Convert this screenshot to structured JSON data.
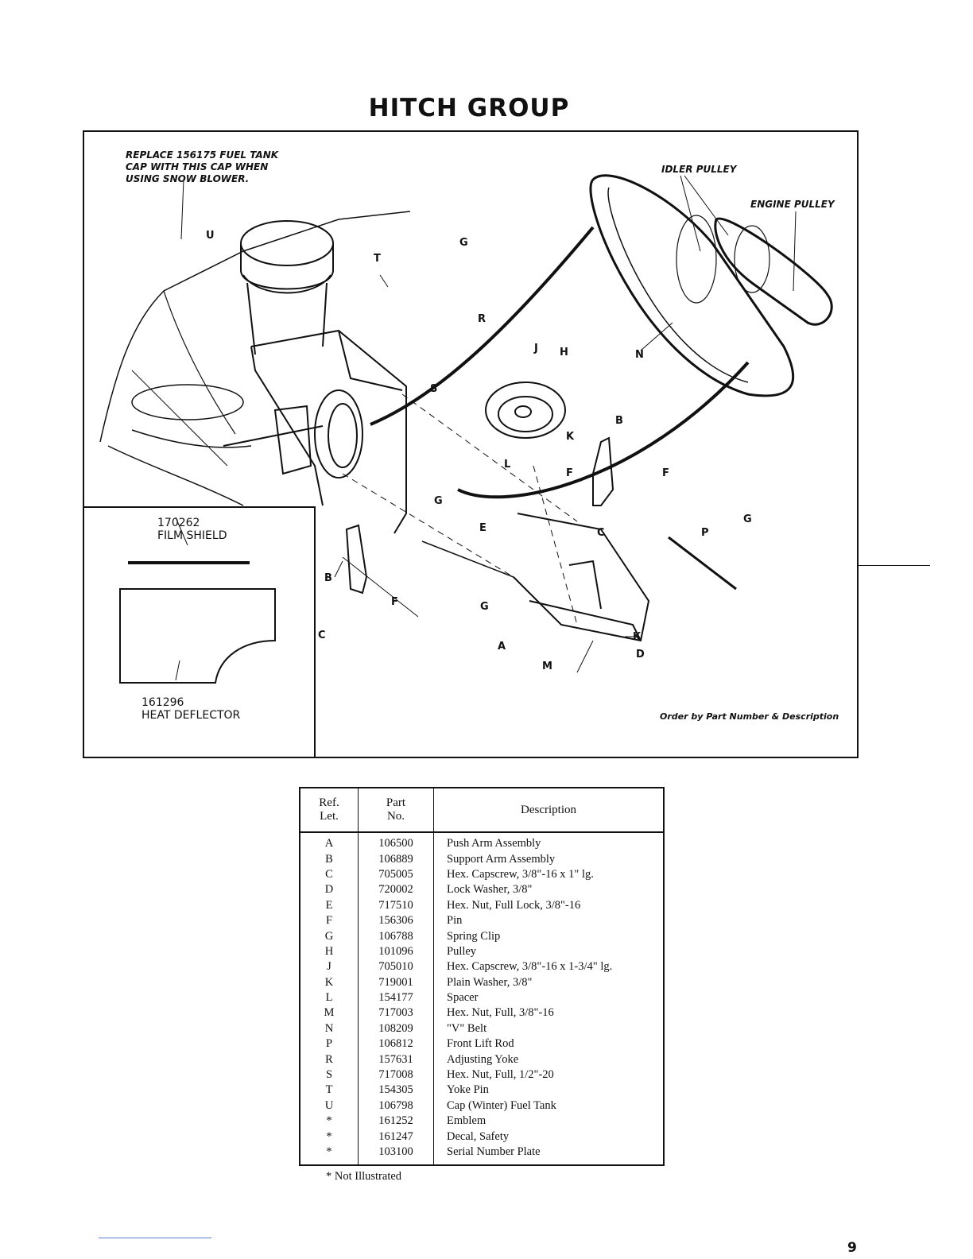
{
  "title": "HITCH GROUP",
  "diagram": {
    "callout_cap": "REPLACE 156175 FUEL TANK\nCAP WITH THIS CAP WHEN\nUSING SNOW BLOWER.",
    "callout_idler": "IDLER PULLEY",
    "callout_engine": "ENGINE PULLEY",
    "letters": {
      "U": "U",
      "T": "T",
      "G1": "G",
      "R": "R",
      "S": "S",
      "J": "J",
      "H": "H",
      "N": "N",
      "B1": "B",
      "K1": "K",
      "L": "L",
      "F1": "F",
      "F2": "F",
      "G2": "G",
      "E": "E",
      "C1": "C",
      "P": "P",
      "G3": "G",
      "B2": "B",
      "F3": "F",
      "G4": "G",
      "C2": "C",
      "A": "A",
      "K2": "K",
      "D": "D",
      "M": "M"
    },
    "inset": {
      "film_part": "170262",
      "film_name": "FILM SHIELD",
      "deflector_part": "161296",
      "deflector_name": "HEAT DEFLECTOR"
    },
    "order_note": "Order by Part Number & Description"
  },
  "table": {
    "headers": {
      "ref": "Ref.\nLet.",
      "part": "Part\nNo.",
      "desc": "Description"
    },
    "rows": [
      {
        "ref": "A",
        "part": "106500",
        "desc": "Push Arm Assembly"
      },
      {
        "ref": "B",
        "part": "106889",
        "desc": "Support Arm Assembly"
      },
      {
        "ref": "C",
        "part": "705005",
        "desc": "Hex. Capscrew, 3/8\"-16 x 1\" lg."
      },
      {
        "ref": "D",
        "part": "720002",
        "desc": "Lock Washer, 3/8\""
      },
      {
        "ref": "E",
        "part": "717510",
        "desc": "Hex. Nut, Full Lock, 3/8\"-16"
      },
      {
        "ref": "F",
        "part": "156306",
        "desc": "Pin"
      },
      {
        "ref": "G",
        "part": "106788",
        "desc": "Spring Clip"
      },
      {
        "ref": "H",
        "part": "101096",
        "desc": "Pulley"
      },
      {
        "ref": "J",
        "part": "705010",
        "desc": "Hex. Capscrew, 3/8\"-16 x 1-3/4\" lg."
      },
      {
        "ref": "K",
        "part": "719001",
        "desc": "Plain Washer, 3/8\""
      },
      {
        "ref": "L",
        "part": "154177",
        "desc": "Spacer"
      },
      {
        "ref": "M",
        "part": "717003",
        "desc": "Hex. Nut, Full, 3/8\"-16"
      },
      {
        "ref": "N",
        "part": "108209",
        "desc": "\"V\" Belt"
      },
      {
        "ref": "P",
        "part": "106812",
        "desc": "Front Lift Rod"
      },
      {
        "ref": "R",
        "part": "157631",
        "desc": "Adjusting Yoke"
      },
      {
        "ref": "S",
        "part": "717008",
        "desc": "Hex. Nut, Full, 1/2\"-20"
      },
      {
        "ref": "T",
        "part": "154305",
        "desc": "Yoke Pin"
      },
      {
        "ref": "U",
        "part": "106798",
        "desc": "Cap (Winter) Fuel Tank"
      },
      {
        "ref": "*",
        "part": "161252",
        "desc": "Emblem"
      },
      {
        "ref": "*",
        "part": "161247",
        "desc": "Decal, Safety"
      },
      {
        "ref": "*",
        "part": "103100",
        "desc": "Serial Number Plate"
      }
    ]
  },
  "footnote": "* Not Illustrated",
  "page_number": "9"
}
